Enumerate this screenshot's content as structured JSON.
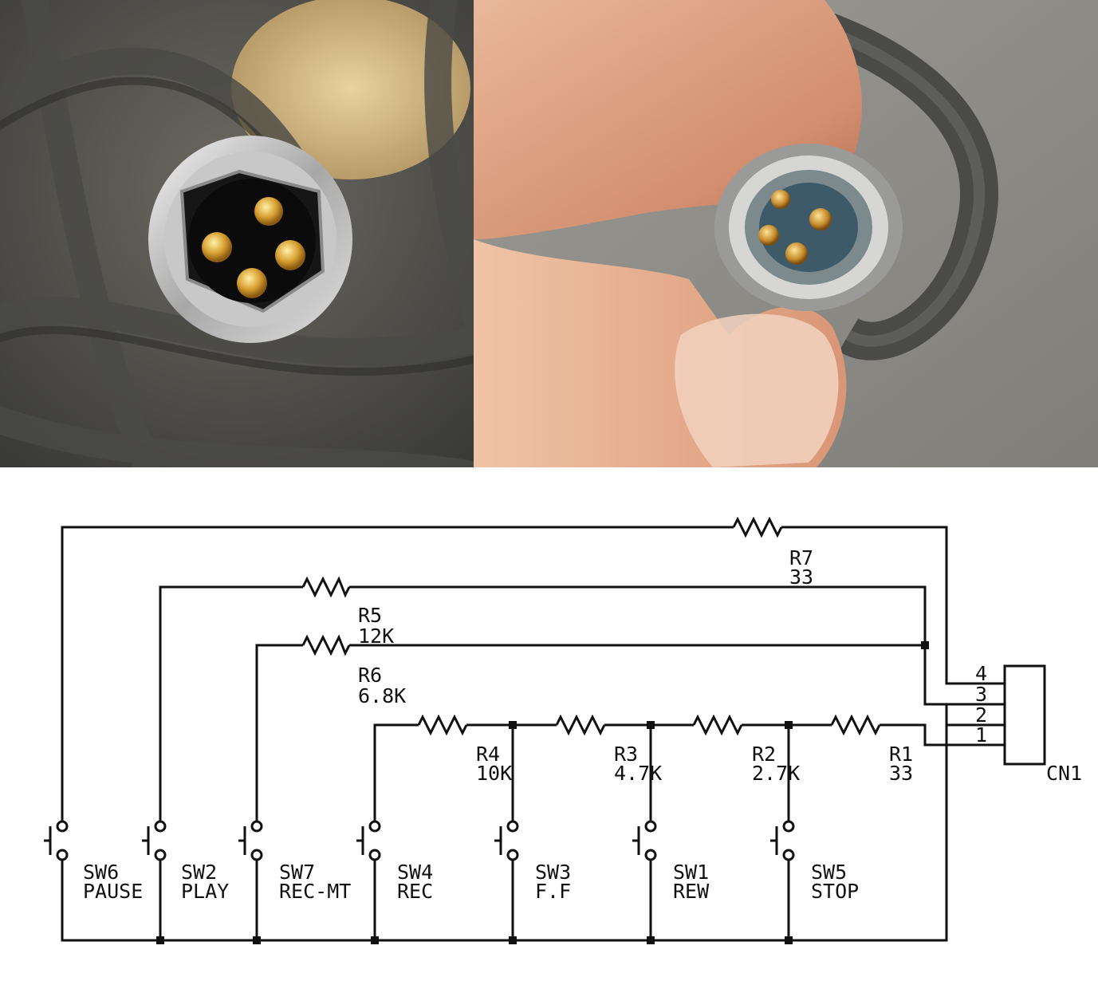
{
  "figure": {
    "photos": [
      {
        "name": "connector-female-photo",
        "pins": 4
      },
      {
        "name": "connector-male-photo",
        "pins": 4
      }
    ]
  },
  "schematic": {
    "resistors": {
      "R7": {
        "ref": "R7",
        "value": "33"
      },
      "R5": {
        "ref": "R5",
        "value": "12K"
      },
      "R6": {
        "ref": "R6",
        "value": "6.8K"
      },
      "R4": {
        "ref": "R4",
        "value": "10K"
      },
      "R3": {
        "ref": "R3",
        "value": "4.7K"
      },
      "R2": {
        "ref": "R2",
        "value": "2.7K"
      },
      "R1": {
        "ref": "R1",
        "value": "33"
      }
    },
    "switches": {
      "SW6": {
        "ref": "SW6",
        "function": "PAUSE"
      },
      "SW2": {
        "ref": "SW2",
        "function": "PLAY"
      },
      "SW7": {
        "ref": "SW7",
        "function": "REC-MT"
      },
      "SW4": {
        "ref": "SW4",
        "function": "REC"
      },
      "SW3": {
        "ref": "SW3",
        "function": "F.F"
      },
      "SW1": {
        "ref": "SW1",
        "function": "REW"
      },
      "SW5": {
        "ref": "SW5",
        "function": "STOP"
      }
    },
    "connector": {
      "ref": "CN1",
      "pins": [
        "4",
        "3",
        "2",
        "1"
      ]
    }
  }
}
